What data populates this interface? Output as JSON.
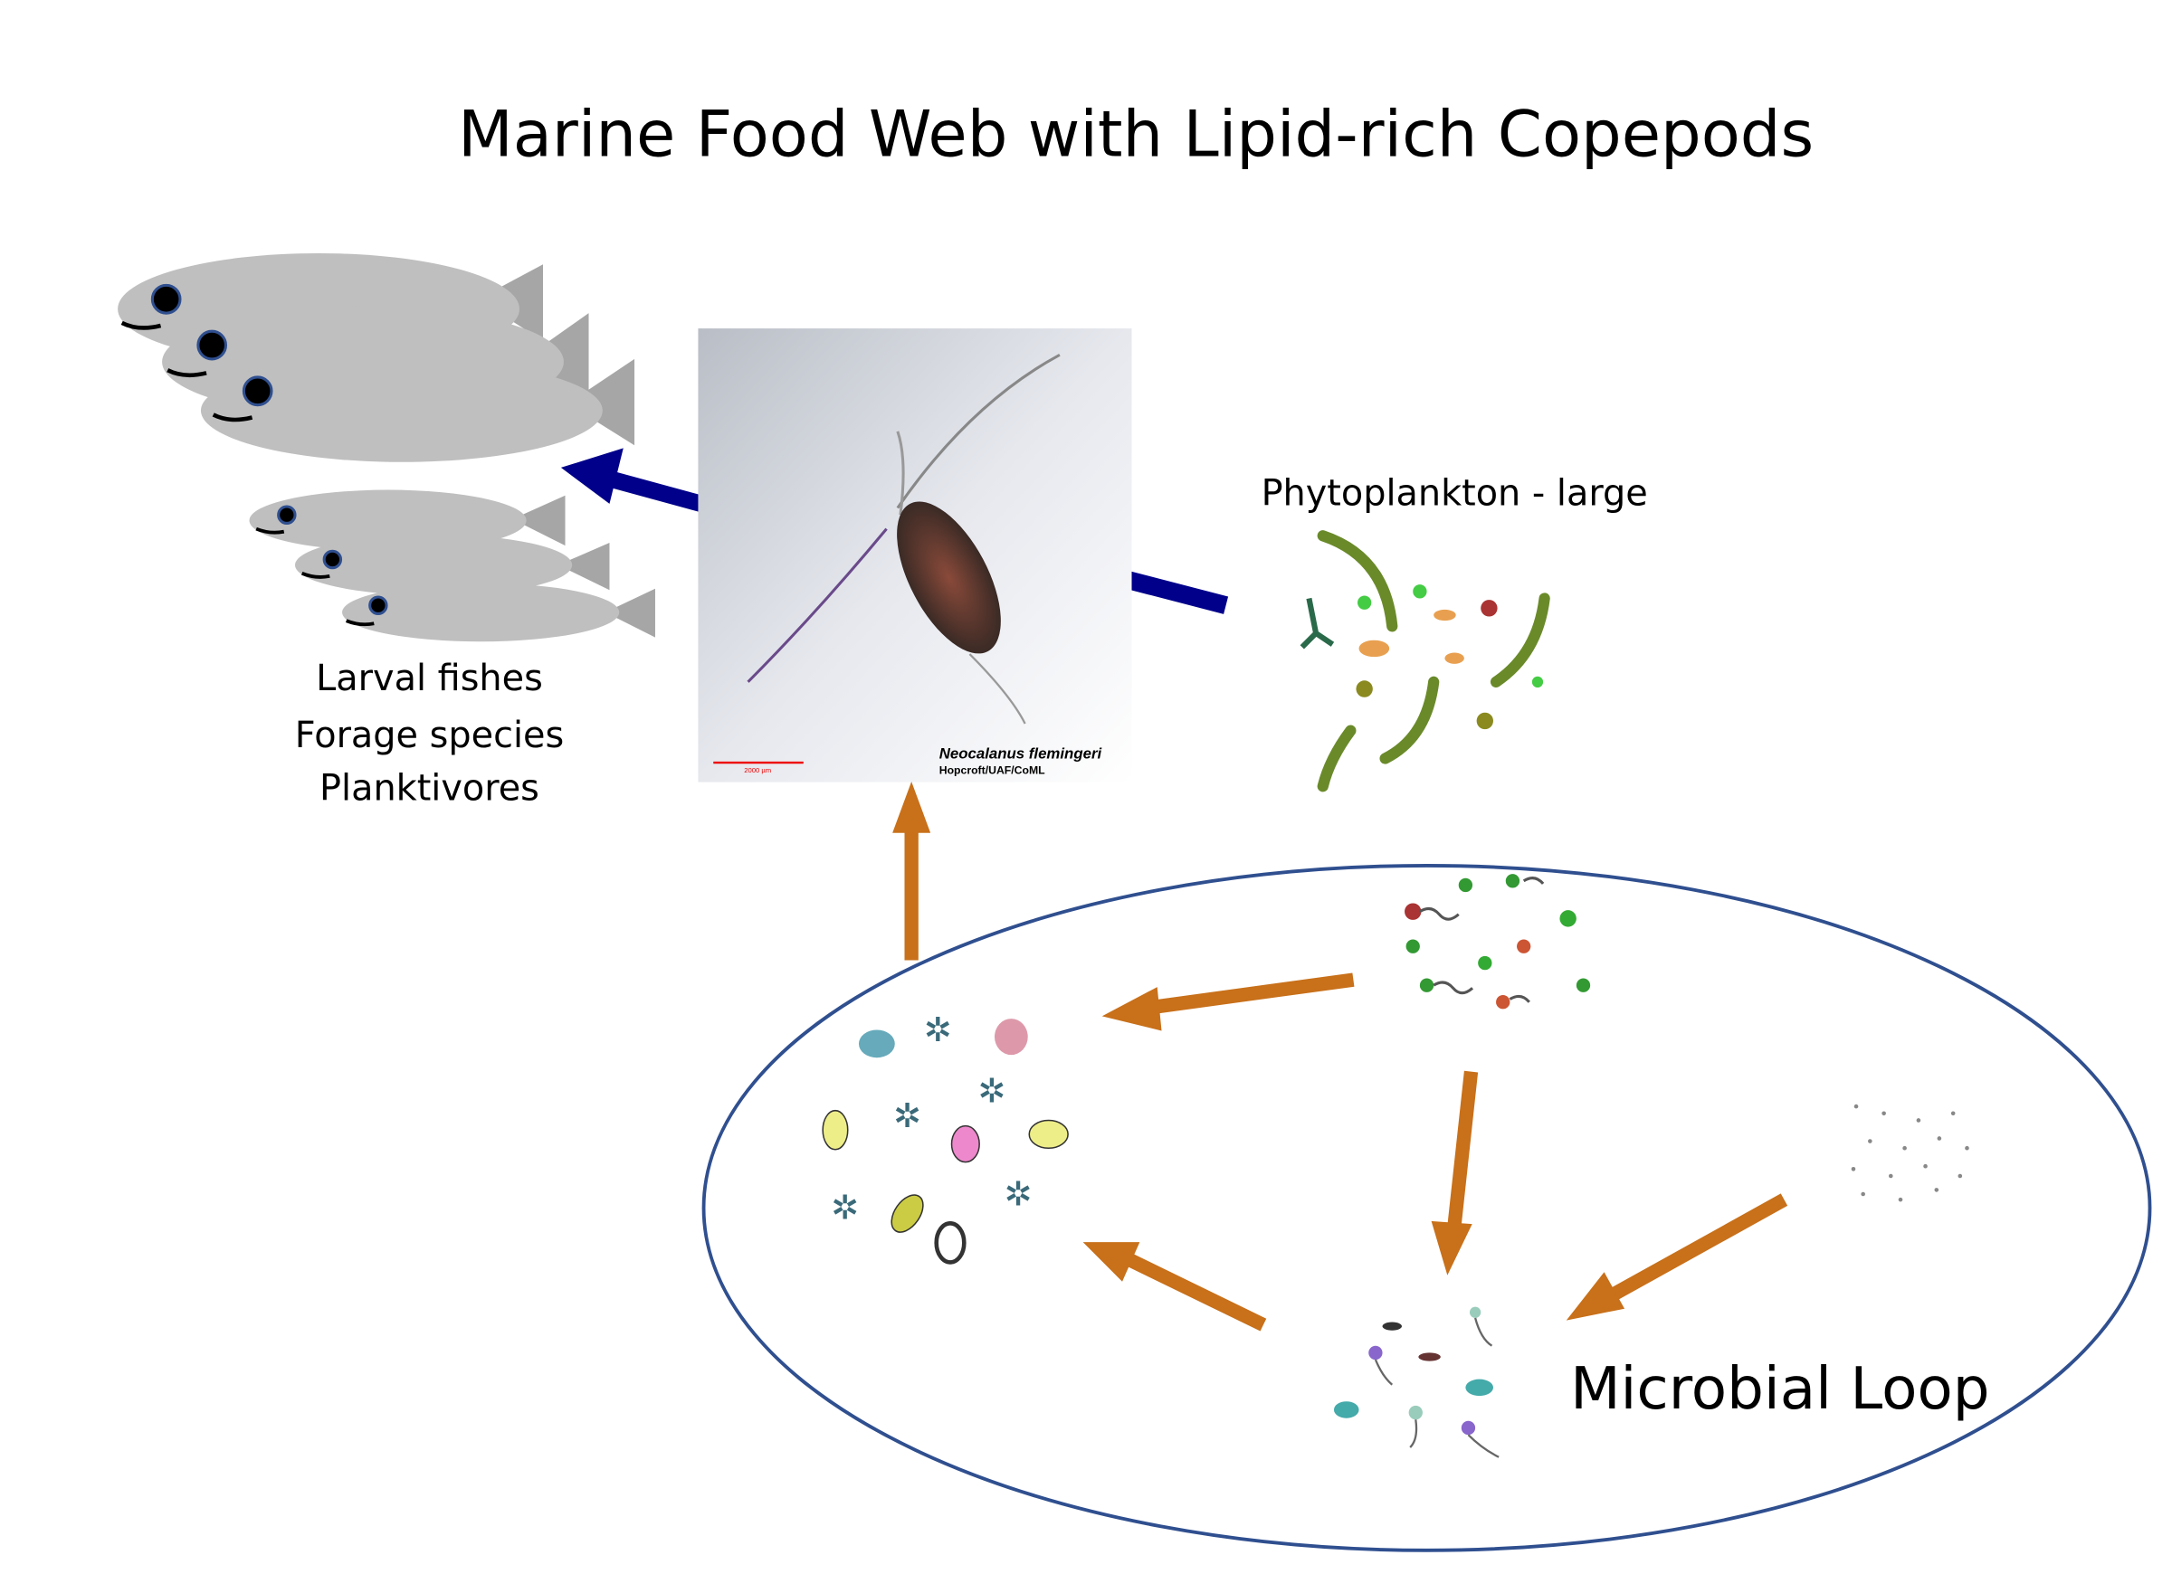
{
  "title": "Marine Food Web with Lipid-rich Copepods",
  "labels": {
    "fishes": [
      "Larval fishes",
      "Forage species",
      "Planktivores"
    ],
    "phytoplankton": "Phytoplankton - large",
    "microbial_loop": "Microbial Loop"
  },
  "copepod_photo": {
    "species": "Neocalanus flemingeri",
    "credit": "Hopcroft/UAF/CoML",
    "scale_bar": "2000 µm"
  },
  "colors": {
    "fish": "#bfbfbf",
    "fish_fin": "#a6a6a6",
    "blue_arrow": "#00008b",
    "orange_arrow": "#c8701a",
    "loop_ellipse": "#2f4f8f"
  }
}
